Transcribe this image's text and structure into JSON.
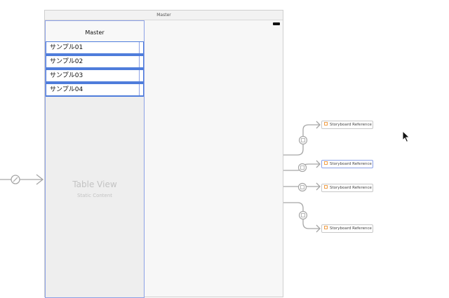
{
  "scene": {
    "title": "Master",
    "nav_title": "Master"
  },
  "table": {
    "cells": [
      {
        "label": "サンプル01"
      },
      {
        "label": "サンプル02"
      },
      {
        "label": "サンプル03"
      },
      {
        "label": "サンプル04"
      }
    ],
    "placeholder_title": "Table View",
    "placeholder_subtitle": "Static Content"
  },
  "references": [
    {
      "label": "Storyboard Reference"
    },
    {
      "label": "Storyboard Reference"
    },
    {
      "label": "Storyboard Reference"
    },
    {
      "label": "Storyboard Reference"
    }
  ],
  "colors": {
    "selection_blue": "#4f7ddb",
    "selection_light": "#8ca1e6",
    "segue_gray": "#a6a6a6",
    "reference_icon": "#f0a04a"
  },
  "icons": {
    "segue": "segue-icon",
    "relationship": "relationship-segue-icon",
    "storyboard_reference": "storyboard-reference-icon",
    "cursor": "mouse-pointer-icon"
  }
}
